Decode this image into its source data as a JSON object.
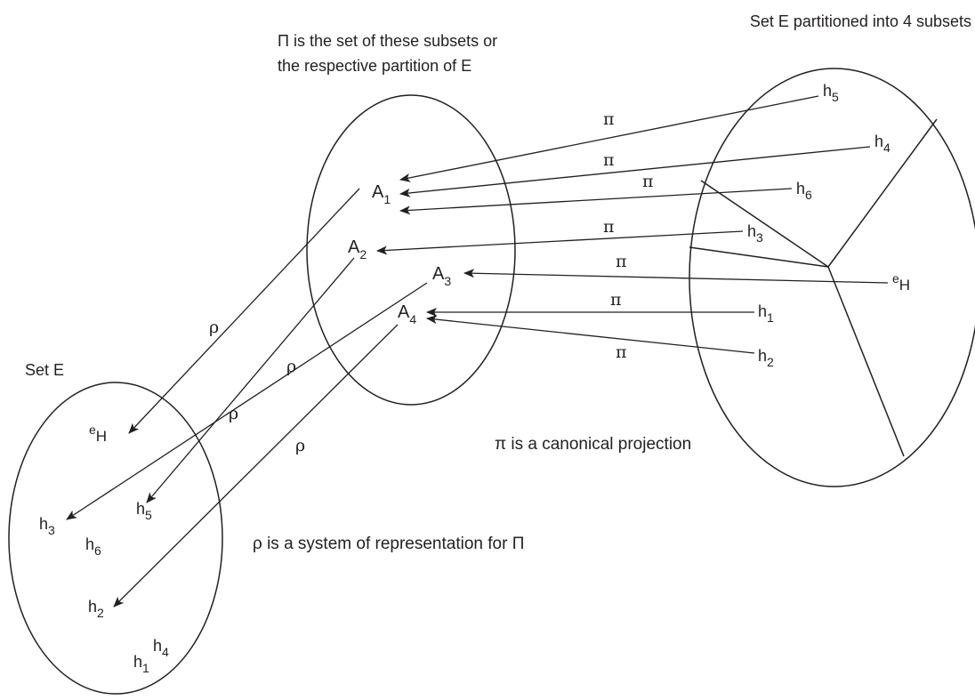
{
  "title_right": "Set E partitioned into 4 subsets",
  "title_middle_line1": "Π is the set of these subsets or",
  "title_middle_line2": "the respective partition of E",
  "label_set_e": "Set E",
  "caption_pi": "π is a canonical projection",
  "caption_rho": "ρ is a system of representation for Π",
  "pi_symbol": "π",
  "rho_symbol": "ρ",
  "partition": {
    "subsets": [
      {
        "base": "A",
        "sub": "1"
      },
      {
        "base": "A",
        "sub": "2"
      },
      {
        "base": "A",
        "sub": "3"
      },
      {
        "base": "A",
        "sub": "4"
      }
    ]
  },
  "right_elements": [
    {
      "base": "h",
      "sub": "5"
    },
    {
      "base": "h",
      "sub": "4"
    },
    {
      "base": "h",
      "sub": "6"
    },
    {
      "base": "h",
      "sub": "3"
    },
    {
      "base": "e",
      "sub": "H"
    },
    {
      "base": "h",
      "sub": "1"
    },
    {
      "base": "h",
      "sub": "2"
    }
  ],
  "left_elements": [
    {
      "base": "e",
      "sub": "H"
    },
    {
      "base": "h",
      "sub": "3"
    },
    {
      "base": "h",
      "sub": "5"
    },
    {
      "base": "h",
      "sub": "6"
    },
    {
      "base": "h",
      "sub": "2"
    },
    {
      "base": "h",
      "sub": "4"
    },
    {
      "base": "h",
      "sub": "1"
    }
  ]
}
